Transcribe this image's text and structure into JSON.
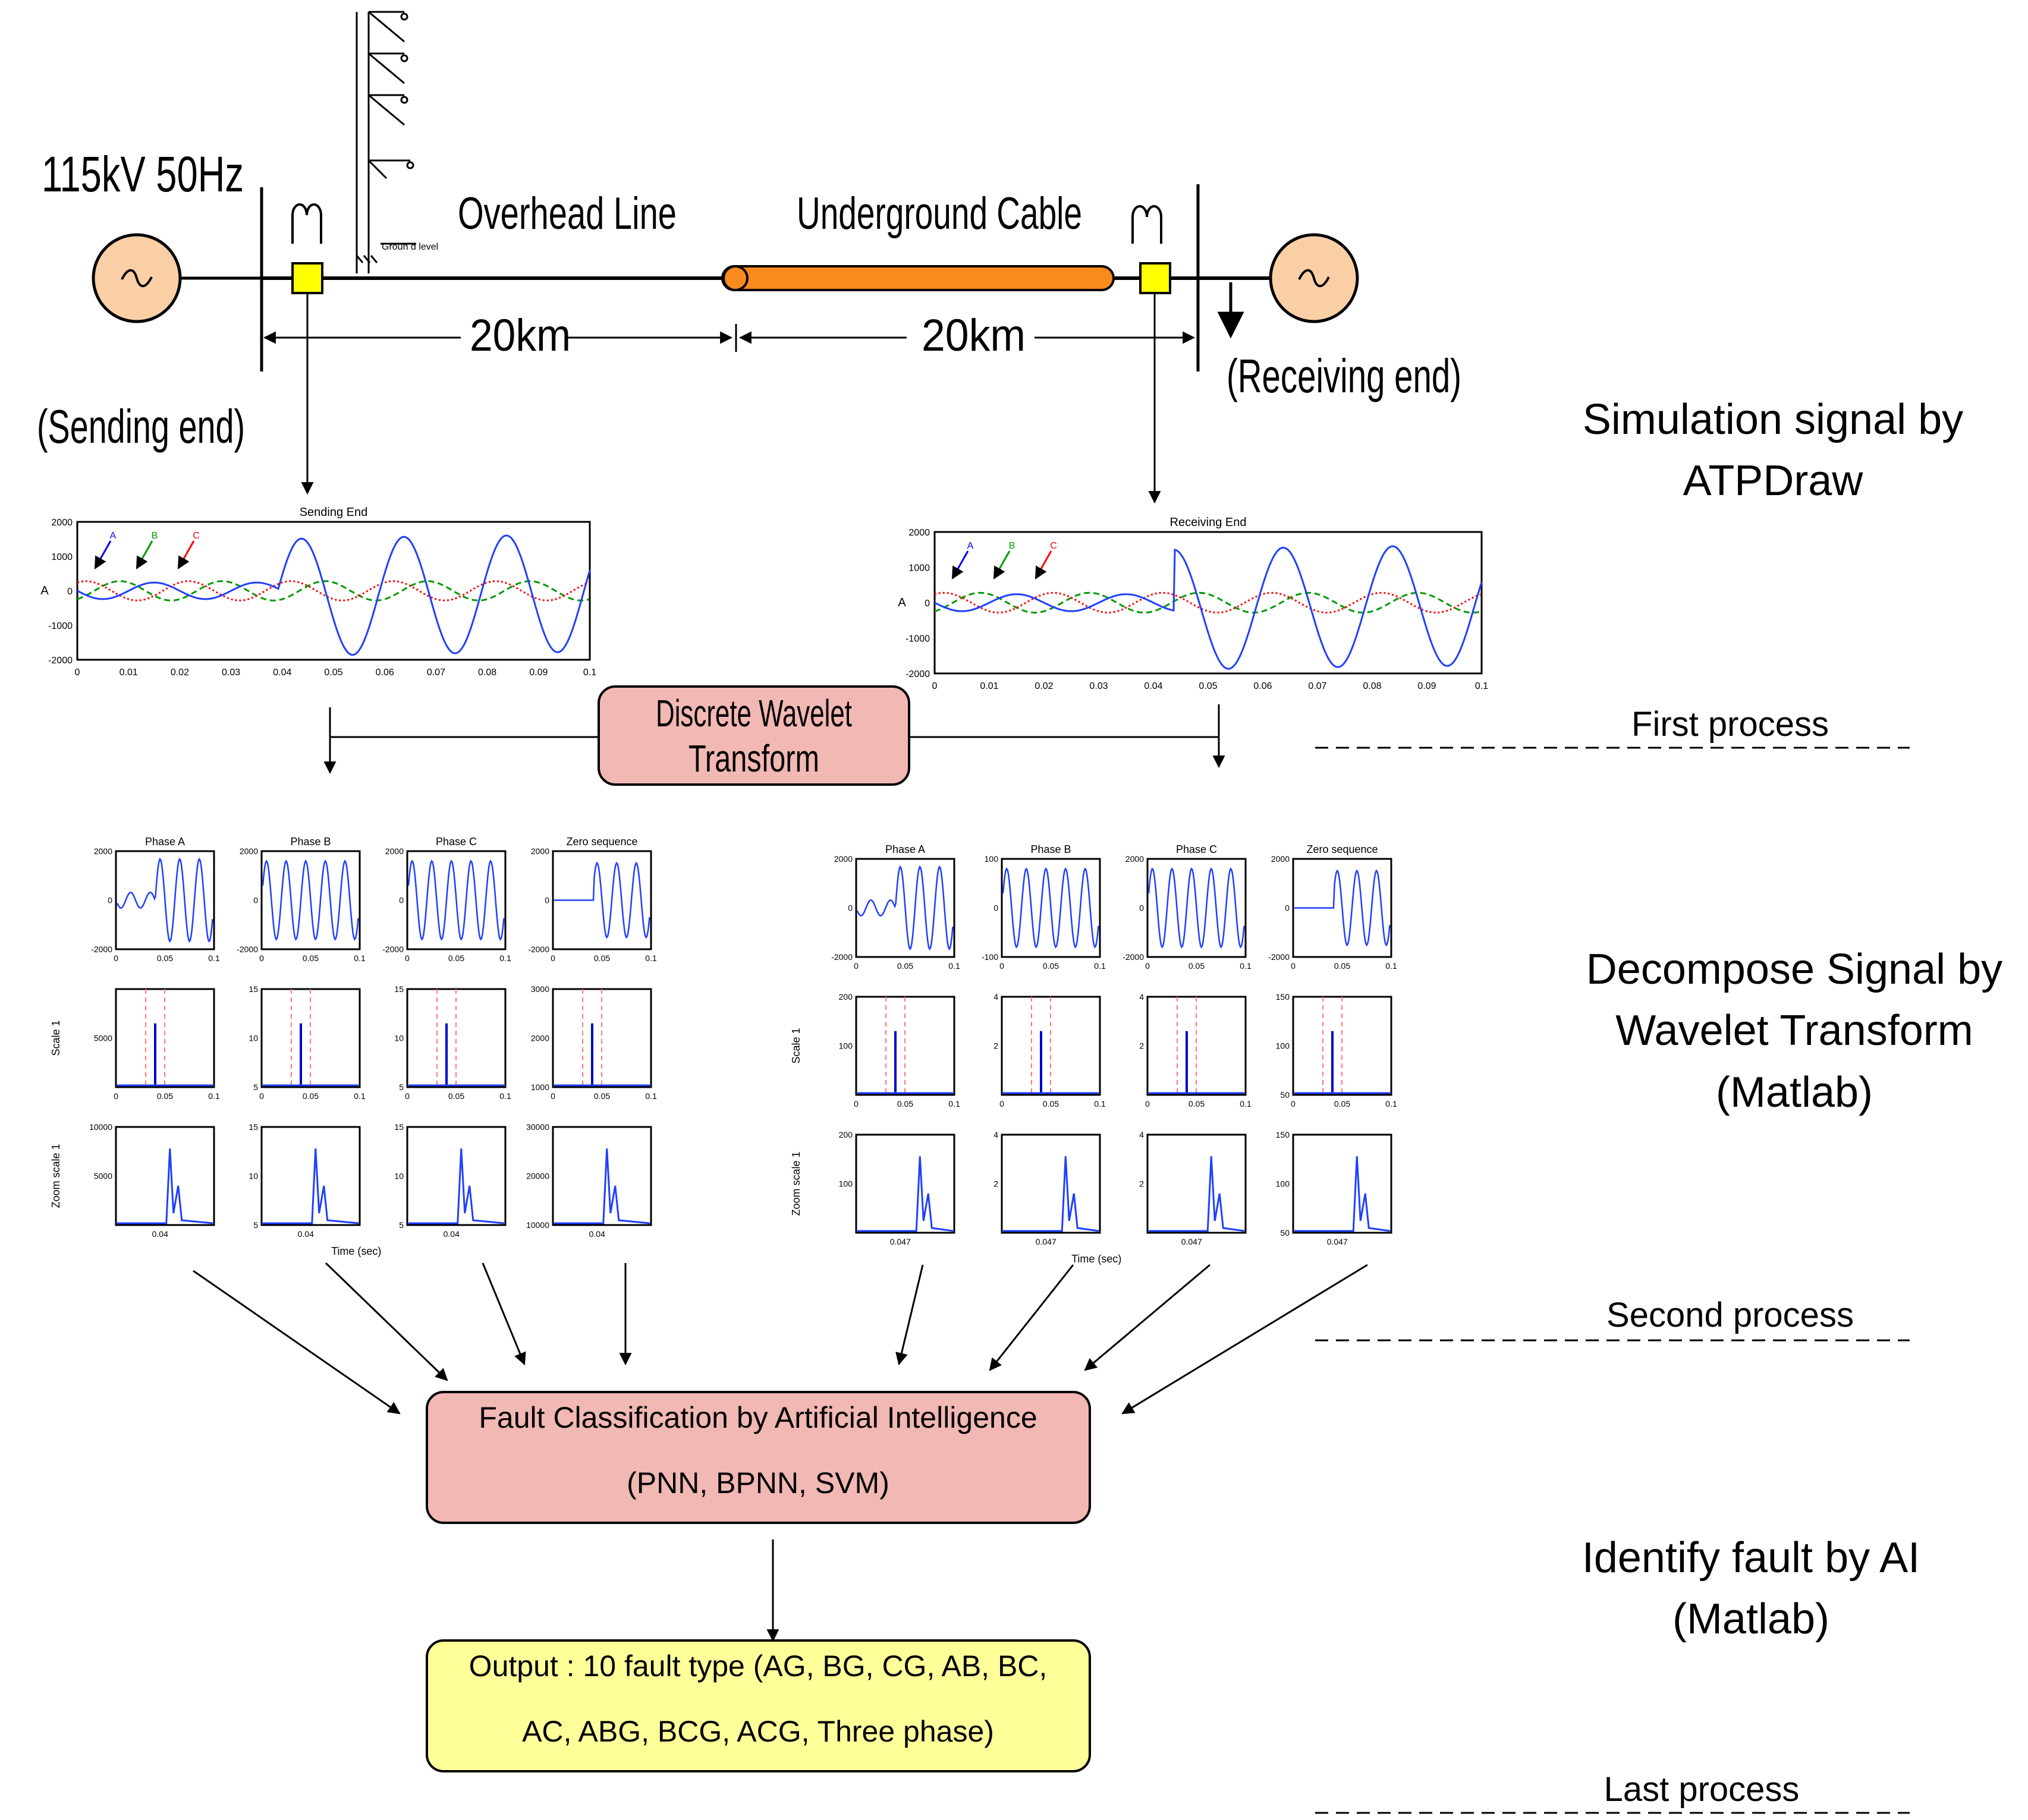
{
  "colors": {
    "source_fill": "#fbcfa6",
    "cable_fill": "#f98a1d",
    "ct_fill": "#ffff00",
    "box_pink": "#f2b8b4",
    "box_yellow": "#ffff99",
    "phase_a": "#0000ff",
    "phase_b": "#009900",
    "phase_c": "#ff0000",
    "wave_blue": "#1f3fff"
  },
  "icons": {
    "source": "sine-wave-source-icon",
    "ct": "current-transformer-icon",
    "tower": "transmission-tower-icon"
  },
  "system": {
    "voltage_label": "115kV 50Hz",
    "overhead_label": "Overhead Line",
    "cable_label": "Underground Cable",
    "dist1_label": "20km",
    "dist2_label": "20km",
    "sending_label": "(Sending end)",
    "receiving_label": "(Receiving end)",
    "ground_label": "Groun d level"
  },
  "waveforms": {
    "left": {
      "title": "Sending End",
      "ylabel": "A",
      "yticks": [
        "2000",
        "1000",
        "0",
        "-1000",
        "-2000"
      ],
      "xticks": [
        "0",
        "0.01",
        "0.02",
        "0.03",
        "0.04",
        "0.05",
        "0.06",
        "0.07",
        "0.08",
        "0.09",
        "0.1"
      ],
      "phases": [
        "A",
        "B",
        "C"
      ]
    },
    "right": {
      "title": "Receiving End",
      "ylabel": "A",
      "yticks": [
        "2000",
        "1000",
        "0",
        "-1000",
        "-2000"
      ],
      "xticks": [
        "0",
        "0.01",
        "0.02",
        "0.03",
        "0.04",
        "0.05",
        "0.06",
        "0.07",
        "0.08",
        "0.09",
        "0.1"
      ],
      "phases": [
        "A",
        "B",
        "C"
      ]
    }
  },
  "dwt_box": {
    "line1": "Discrete Wavelet",
    "line2": "Transform"
  },
  "decomp": {
    "left": {
      "col_titles": [
        "Phase A",
        "Phase B",
        "Phase C",
        "Zero sequence"
      ],
      "row_labels": [
        "",
        "Scale 1",
        "Zoom scale 1"
      ],
      "xlabel": "Time (sec)",
      "row1_yticks": [
        [
          "2000",
          "0",
          "-2000"
        ],
        [
          "2000",
          "0",
          "-2000"
        ],
        [
          "2000",
          "0",
          "-2000"
        ],
        [
          "2000",
          "0",
          "-2000"
        ]
      ],
      "row2_yticks": [
        [
          "",
          "5000",
          ""
        ],
        [
          "15",
          "10",
          "5"
        ],
        [
          "15",
          "10",
          "5"
        ],
        [
          "3000",
          "2000",
          "1000"
        ]
      ],
      "row3_yticks": [
        [
          "10000",
          "5000",
          ""
        ],
        [
          "15",
          "10",
          "5"
        ],
        [
          "15",
          "10",
          "5"
        ],
        [
          "30000",
          "20000",
          "10000"
        ]
      ],
      "row1_xticks": [
        "0",
        "0.05",
        "0.1"
      ],
      "row2_xticks": [
        "0",
        "0.05",
        "0.1"
      ],
      "row3_xtick": "0.04"
    },
    "right": {
      "col_titles": [
        "Phase A",
        "Phase B",
        "Phase C",
        "Zero sequence"
      ],
      "row_labels": [
        "",
        "Scale 1",
        "Zoom scale 1"
      ],
      "xlabel": "Time (sec)",
      "row1_yticks": [
        [
          "2000",
          "0",
          "-2000"
        ],
        [
          "100",
          "0",
          "-100"
        ],
        [
          "2000",
          "0",
          "-2000"
        ],
        [
          "2000",
          "0",
          "-2000"
        ]
      ],
      "row2_yticks": [
        [
          "200",
          "100",
          ""
        ],
        [
          "4",
          "2",
          ""
        ],
        [
          "4",
          "2",
          ""
        ],
        [
          "150",
          "100",
          "50"
        ]
      ],
      "row3_yticks": [
        [
          "200",
          "100",
          ""
        ],
        [
          "4",
          "2",
          ""
        ],
        [
          "4",
          "2",
          ""
        ],
        [
          "150",
          "100",
          "50"
        ]
      ],
      "row1_xticks": [
        "0",
        "0.05",
        "0.1"
      ],
      "row2_xticks": [
        "0",
        "0.05",
        "0.1"
      ],
      "row3_xtick": "0.047"
    }
  },
  "ai_box": {
    "line1": "Fault Classification by Artificial Intelligence",
    "line2": "(PNN, BPNN, SVM)"
  },
  "output_box": {
    "line1": "Output : 10 fault type (AG, BG, CG, AB, BC,",
    "line2": "AC, ABG, BCG, ACG, Three phase)"
  },
  "steps": {
    "simulation_line1": "Simulation signal by",
    "simulation_line2": "ATPDraw",
    "first_process": "First process",
    "decompose_line1": "Decompose Signal by",
    "decompose_line2": "Wavelet Transform",
    "decompose_line3": "(Matlab)",
    "second_process": "Second process",
    "identify_line1": "Identify fault by AI",
    "identify_line2": "(Matlab)",
    "last_process": "Last process"
  }
}
